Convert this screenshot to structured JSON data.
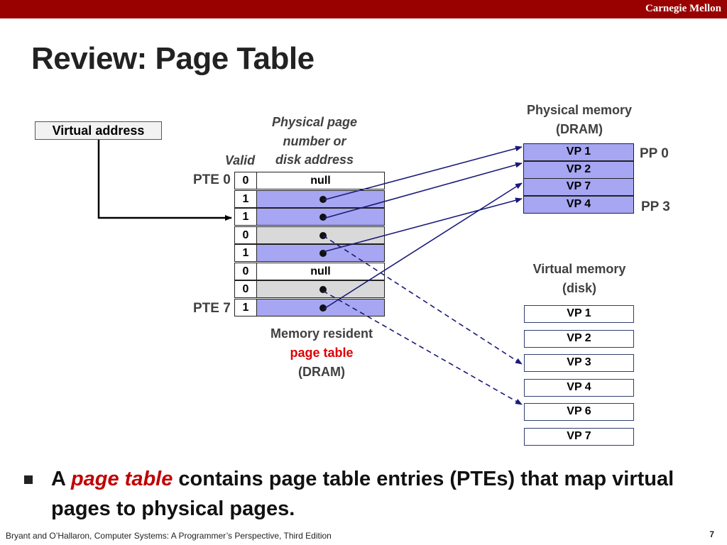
{
  "header": {
    "brand": "Carnegie Mellon"
  },
  "title": "Review: Page Table",
  "virtual_address_label": "Virtual address",
  "ppn_header": [
    "Physical page",
    "number or",
    "disk address"
  ],
  "valid_header": "Valid",
  "pte_first": "PTE 0",
  "pte_last": "PTE 7",
  "page_table": [
    {
      "valid": "0",
      "addr": "null",
      "dot": false
    },
    {
      "valid": "1",
      "addr": "",
      "dot": true
    },
    {
      "valid": "1",
      "addr": "",
      "dot": true
    },
    {
      "valid": "0",
      "addr": "",
      "dot": true
    },
    {
      "valid": "1",
      "addr": "",
      "dot": true
    },
    {
      "valid": "0",
      "addr": "null",
      "dot": false
    },
    {
      "valid": "0",
      "addr": "",
      "dot": true
    },
    {
      "valid": "1",
      "addr": "",
      "dot": true
    }
  ],
  "pt_caption": {
    "line1": "Memory resident",
    "line2": "page table",
    "line3": "(DRAM)"
  },
  "physical_memory": {
    "title1": "Physical memory",
    "title2": "(DRAM)",
    "pages": [
      "VP 1",
      "VP 2",
      "VP 7",
      "VP 4"
    ],
    "pp_first": "PP 0",
    "pp_last": "PP 3"
  },
  "virtual_memory": {
    "title1": "Virtual memory",
    "title2": "(disk)",
    "pages": [
      "VP 1",
      "VP 2",
      "VP 3",
      "VP 4",
      "VP 6",
      "VP 7"
    ]
  },
  "bullet": {
    "prefix": "A ",
    "emphasis": "page table",
    "rest": " contains page table entries (PTEs) that map virtual pages to physical pages."
  },
  "footer": "Bryant and O’Hallaron, Computer Systems: A Programmer’s Perspective, Third Edition",
  "page_number": "7",
  "colors": {
    "header_bar": "#990000",
    "physical_page_fill": "#a6a6f2",
    "invalid_row_fill": "#d9d9d9",
    "emphasis": "#c00000",
    "arrow": "#1a1a7a"
  }
}
